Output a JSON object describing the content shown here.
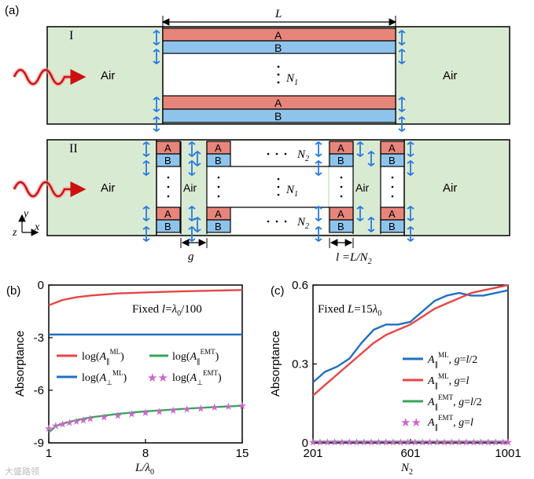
{
  "panel_a": {
    "label": "(a)",
    "length_label": "L",
    "row1": {
      "roman": "I",
      "air_left": "Air",
      "air_right": "Air",
      "layer_a": "A",
      "layer_b": "B",
      "n_label": "N",
      "n_sub": "1"
    },
    "row2": {
      "roman": "II",
      "air_left": "Air",
      "air_right": "Air",
      "air_gap": "Air",
      "layer_a": "A",
      "layer_b": "B",
      "n1": "N",
      "n1_sub": "1",
      "n2": "N",
      "n2_sub": "2",
      "gap_label": "g",
      "period_label": "l =L/N",
      "period_sub": "2"
    },
    "axes": {
      "y": "y",
      "z": "z",
      "x": "x"
    }
  },
  "colors": {
    "air": "#d9ead3",
    "layer_a": "#e8857b",
    "layer_b": "#8ec4ec",
    "wave": "#cc1111",
    "arrow": "#2a7ae2",
    "ml_par": "#e84545",
    "ml_perp": "#1f6fbf",
    "emt_par": "#3aa35a",
    "emt_perp": "#cc66cc"
  },
  "chart_data": [
    {
      "type": "line",
      "panel_label": "(b)",
      "annotation": "Fixed l=λ0/100",
      "xlabel": "L/λ0",
      "ylabel": "Absorptance",
      "xlim": [
        1,
        15
      ],
      "ylim": [
        -9,
        0
      ],
      "xticks": [
        "1",
        "8",
        "15"
      ],
      "yticks": [
        "0",
        "-3",
        "-6",
        "-9"
      ],
      "legend": [
        "log(A∥ML)",
        "log(A⊥ML)",
        "log(A∥EMT)",
        "log(A⊥EMT)"
      ],
      "series": [
        {
          "name": "log(A∥ML)",
          "x": [
            1,
            2,
            3,
            4,
            6,
            8,
            10,
            12,
            15
          ],
          "values": [
            -1.15,
            -0.85,
            -0.7,
            -0.6,
            -0.48,
            -0.42,
            -0.37,
            -0.33,
            -0.28
          ]
        },
        {
          "name": "log(A⊥ML)",
          "x": [
            1,
            15
          ],
          "values": [
            -2.82,
            -2.82
          ]
        },
        {
          "name": "log(A∥EMT)",
          "x": [
            1,
            1.5,
            2,
            3,
            4,
            6,
            8,
            10,
            12,
            15
          ],
          "values": [
            -8.4,
            -8.05,
            -7.9,
            -7.7,
            -7.55,
            -7.35,
            -7.2,
            -7.1,
            -7.0,
            -6.88
          ]
        },
        {
          "name": "log(A⊥EMT)",
          "x": [
            1,
            1.5,
            2,
            2.5,
            3,
            3.5,
            4,
            5,
            6,
            7,
            8,
            9,
            10,
            11,
            12,
            13,
            14,
            15
          ],
          "values": [
            -8.15,
            -8.0,
            -7.9,
            -7.82,
            -7.75,
            -7.68,
            -7.6,
            -7.5,
            -7.4,
            -7.32,
            -7.25,
            -7.18,
            -7.12,
            -7.06,
            -7.0,
            -6.95,
            -6.9,
            -6.85
          ]
        }
      ]
    },
    {
      "type": "line",
      "panel_label": "(c)",
      "annotation": "Fixed L=15λ0",
      "xlabel": "N2",
      "ylabel": "Absorptance",
      "xlim": [
        201,
        1001
      ],
      "ylim": [
        0,
        0.6
      ],
      "xticks": [
        "201",
        "601",
        "1001"
      ],
      "yticks": [
        "0",
        "0.3",
        "0.6"
      ],
      "legend": [
        "A∥ML, g=l/2",
        "A∥ML, g=l",
        "A∥EMT, g=l/2",
        "A∥EMT, g=l"
      ],
      "series": [
        {
          "name": "A∥ML, g=l/2",
          "x": [
            201,
            250,
            300,
            350,
            400,
            450,
            500,
            550,
            600,
            650,
            700,
            750,
            800,
            850,
            900,
            950,
            1001
          ],
          "values": [
            0.23,
            0.27,
            0.29,
            0.32,
            0.38,
            0.43,
            0.45,
            0.45,
            0.46,
            0.5,
            0.54,
            0.56,
            0.57,
            0.56,
            0.56,
            0.57,
            0.58
          ]
        },
        {
          "name": "A∥ML, g=l",
          "x": [
            201,
            250,
            300,
            350,
            400,
            450,
            500,
            550,
            600,
            650,
            700,
            750,
            800,
            850,
            900,
            950,
            1001
          ],
          "values": [
            0.18,
            0.22,
            0.26,
            0.3,
            0.34,
            0.38,
            0.41,
            0.43,
            0.45,
            0.48,
            0.51,
            0.53,
            0.55,
            0.57,
            0.58,
            0.59,
            0.6
          ]
        },
        {
          "name": "A∥EMT, g=l/2",
          "x": [
            201,
            1001
          ],
          "values": [
            0.005,
            0.005
          ]
        },
        {
          "name": "A∥EMT, g=l",
          "x": [
            201,
            230,
            260,
            290,
            320,
            350,
            380,
            410,
            440,
            470,
            500,
            530,
            560,
            590,
            620,
            650,
            680,
            710,
            740,
            770,
            800,
            830,
            860,
            890,
            920,
            950,
            980,
            1001
          ],
          "values": [
            0.005,
            0.005,
            0.005,
            0.005,
            0.005,
            0.005,
            0.005,
            0.005,
            0.005,
            0.005,
            0.005,
            0.005,
            0.005,
            0.005,
            0.005,
            0.005,
            0.005,
            0.005,
            0.005,
            0.005,
            0.005,
            0.005,
            0.005,
            0.005,
            0.005,
            0.005,
            0.005,
            0.005
          ]
        }
      ]
    }
  ],
  "watermark": "大盛路领"
}
